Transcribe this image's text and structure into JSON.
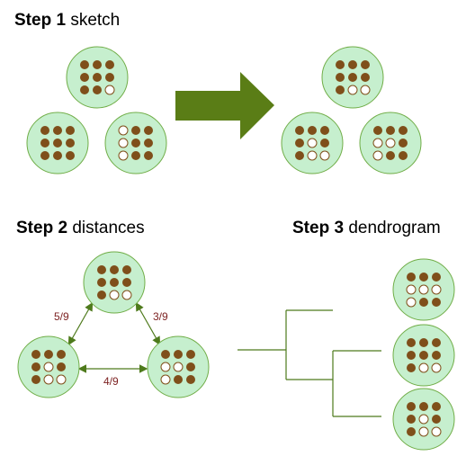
{
  "steps": [
    {
      "label": "Step 1",
      "word": "sketch"
    },
    {
      "label": "Step 2",
      "word": "distances"
    },
    {
      "label": "Step 3",
      "word": "dendrogram"
    }
  ],
  "distances": {
    "top_left": "5/9",
    "top_right": "3/9",
    "left_right": "4/9"
  },
  "colors": {
    "circle_fill": "#c6efce",
    "circle_stroke": "#70ad47",
    "dot_fill": "#7f4f1a",
    "dot_outline": "#7f4f1a",
    "arrow_fill": "#5a7d16",
    "line_green": "#4e7a1c",
    "label_dark_red": "#7b1f1f"
  },
  "patterns": {
    "A_full": [
      1,
      1,
      1,
      1,
      1,
      1,
      1,
      1,
      0
    ],
    "B_full": [
      1,
      1,
      1,
      1,
      1,
      1,
      1,
      1,
      1
    ],
    "C_full": [
      0,
      1,
      1,
      0,
      1,
      1,
      0,
      1,
      1
    ],
    "A_sketch": [
      1,
      1,
      1,
      1,
      1,
      1,
      1,
      0,
      0
    ],
    "B_sketch": [
      1,
      1,
      1,
      1,
      0,
      1,
      1,
      0,
      0
    ],
    "C_sketch": [
      1,
      1,
      1,
      0,
      0,
      1,
      0,
      1,
      1
    ],
    "D1": [
      1,
      1,
      1,
      0,
      0,
      0,
      0,
      1,
      1
    ],
    "D2": [
      1,
      1,
      1,
      1,
      1,
      1,
      1,
      0,
      0
    ],
    "D3": [
      1,
      1,
      1,
      1,
      0,
      1,
      1,
      0,
      0
    ]
  }
}
